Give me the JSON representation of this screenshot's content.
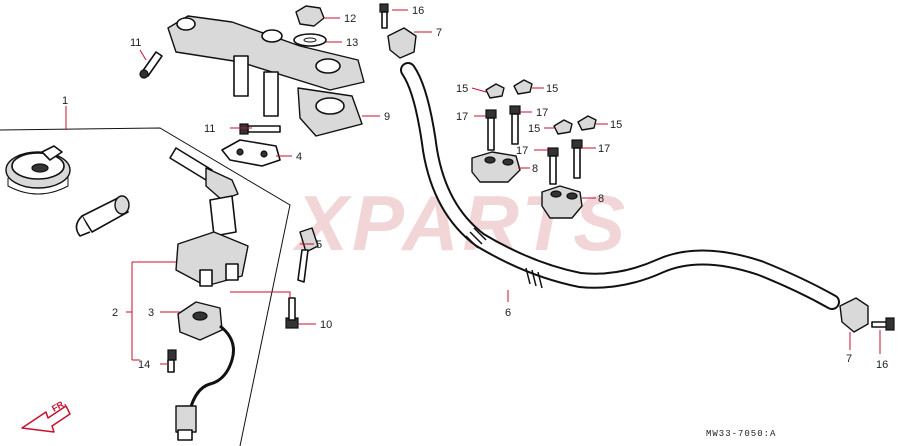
{
  "watermark": "XPARTS",
  "diagram_code": "MW33-7050:A",
  "front_arrow_label": "FR.",
  "callouts": {
    "c1": "1",
    "c2": "2",
    "c3": "3",
    "c4": "4",
    "c5": "5",
    "c6": "6",
    "c7a": "7",
    "c7b": "7",
    "c8a": "8",
    "c8b": "8",
    "c9": "9",
    "c10": "10",
    "c11a": "11",
    "c11b": "11",
    "c12": "12",
    "c13": "13",
    "c14": "14",
    "c15a": "15",
    "c15b": "15",
    "c15c": "15",
    "c15d": "15",
    "c16a": "16",
    "c16b": "16",
    "c17a": "17",
    "c17b": "17",
    "c17c": "17",
    "c17d": "17"
  },
  "colors": {
    "callout_lines": "#c8102e",
    "part_outline": "#111111",
    "watermark": "#e8b4b8"
  }
}
